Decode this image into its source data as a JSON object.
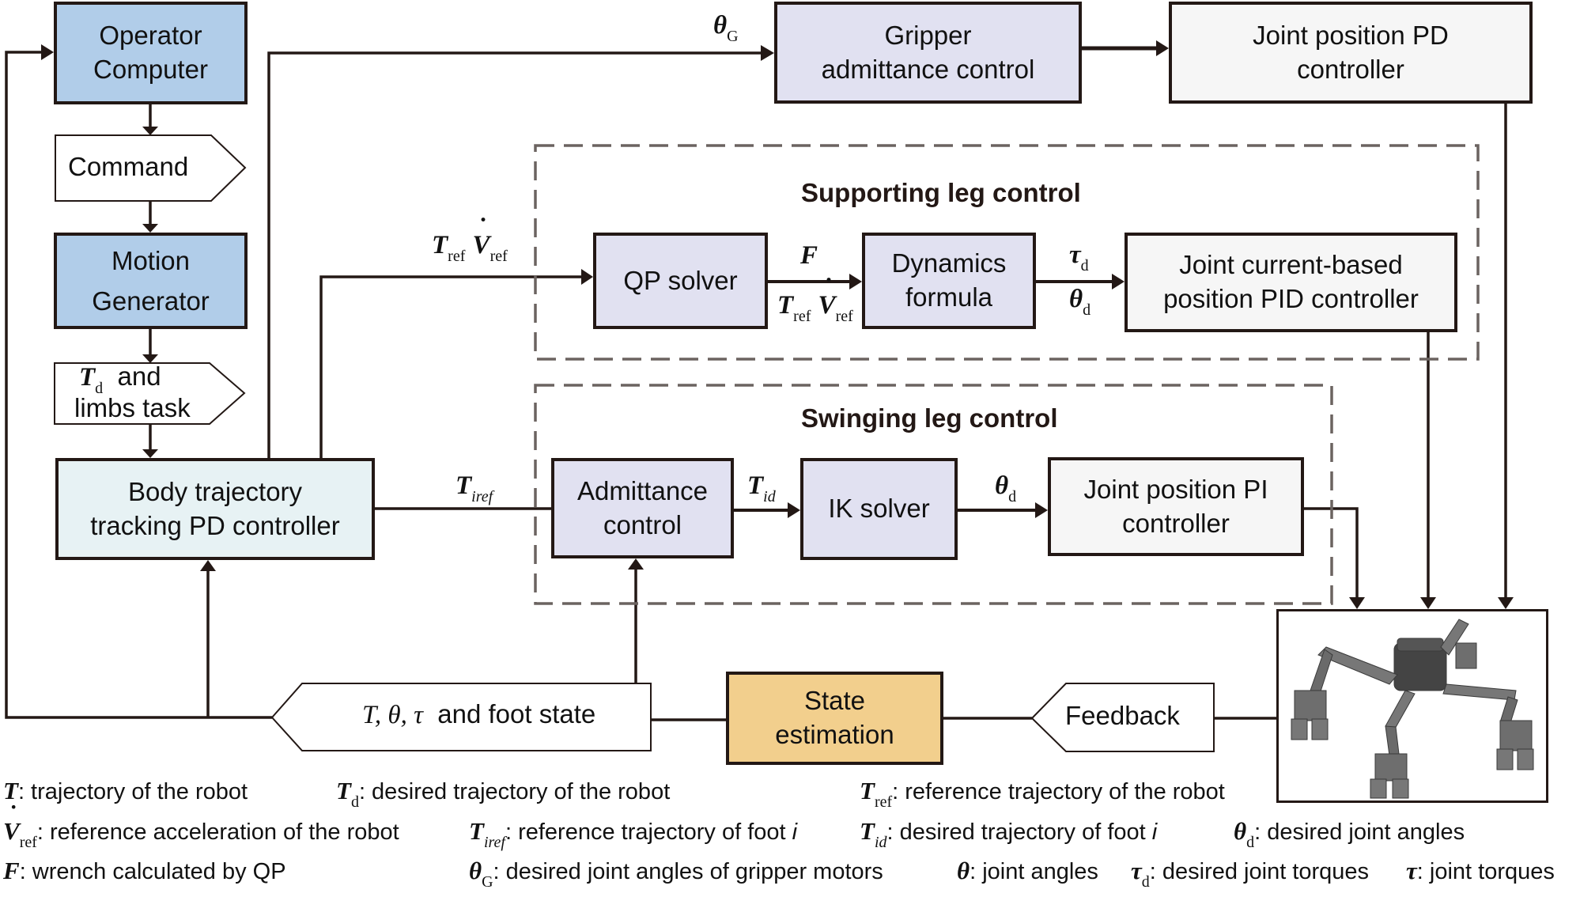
{
  "blocks": {
    "operator_computer": [
      "Operator",
      "Computer"
    ],
    "command": "Command",
    "motion_generator": [
      "Motion",
      "Generator"
    ],
    "td_task": {
      "symbol": "T",
      "sub": "d",
      "line1": "and",
      "line2": "limbs task"
    },
    "body_trajectory": [
      "Body trajectory",
      "tracking PD controller"
    ],
    "gripper_admittance": [
      "Gripper",
      "admittance control"
    ],
    "joint_position_pd": [
      "Joint position PD",
      "controller"
    ],
    "qp_solver": "QP solver",
    "dynamics_formula": [
      "Dynamics",
      "formula"
    ],
    "joint_current_pid": [
      "Joint current-based",
      "position PID controller"
    ],
    "admittance_control": [
      "Admittance",
      "control"
    ],
    "ik_solver": "IK solver",
    "joint_position_pi": [
      "Joint position PI",
      "controller"
    ],
    "state_feedback": {
      "symbols": "T, θ, τ",
      "text": "and foot state"
    },
    "state_estimation": [
      "State",
      "estimation"
    ],
    "feedback": "Feedback",
    "robot_image": "hexapod robot with gripper feet"
  },
  "groups": {
    "supporting": "Supporting leg control",
    "swinging": "Swinging leg control"
  },
  "signals": {
    "theta_g": {
      "sym": "θ",
      "sub": "G"
    },
    "t_ref": {
      "sym": "T",
      "sub": "ref"
    },
    "v_ref": {
      "sym": "V",
      "sub": "ref"
    },
    "f": {
      "sym": "F"
    },
    "tau_d": {
      "sym": "τ",
      "sub": "d"
    },
    "theta_d": {
      "sym": "θ",
      "sub": "d"
    },
    "t_iref": {
      "sym": "T",
      "sub": "iref"
    },
    "t_id": {
      "sym": "T",
      "sub": "id"
    }
  },
  "legend": [
    {
      "sym": "T",
      "sub": "",
      "text": ": trajectory of the robot"
    },
    {
      "sym": "T",
      "sub": "d",
      "text": ": desired trajectory of the robot"
    },
    {
      "sym": "T",
      "sub": "ref",
      "text": ": reference trajectory of the robot"
    },
    {
      "sym": "V",
      "sub": "ref",
      "text": ": reference acceleration of the robot"
    },
    {
      "sym": "T",
      "sub": "iref",
      "text": ": reference trajectory of foot ",
      "italic_tail": "i"
    },
    {
      "sym": "T",
      "sub": "id",
      "text": ": desired trajectory of foot ",
      "italic_tail": "i"
    },
    {
      "sym": "θ",
      "sub": "d",
      "text": ": desired joint angles"
    },
    {
      "sym": "F",
      "sub": "",
      "text": ": wrench calculated by QP"
    },
    {
      "sym": "θ",
      "sub": "G",
      "text": ": desired joint angles of gripper motors"
    },
    {
      "sym": "θ",
      "sub": "",
      "text": ": joint angles"
    },
    {
      "sym": "τ",
      "sub": "d",
      "text": ": desired joint torques"
    },
    {
      "sym": "τ",
      "sub": "",
      "text": ": joint torques"
    }
  ],
  "colors": {
    "line": "#231815",
    "dashed": "#6b6360",
    "operator_fill": "#b1cde9",
    "solver_fill": "#e1e1f1",
    "controller_fill": "#f6f6f6",
    "body_fill": "#e7f2f4",
    "estimation_fill": "#f2cf8d"
  }
}
